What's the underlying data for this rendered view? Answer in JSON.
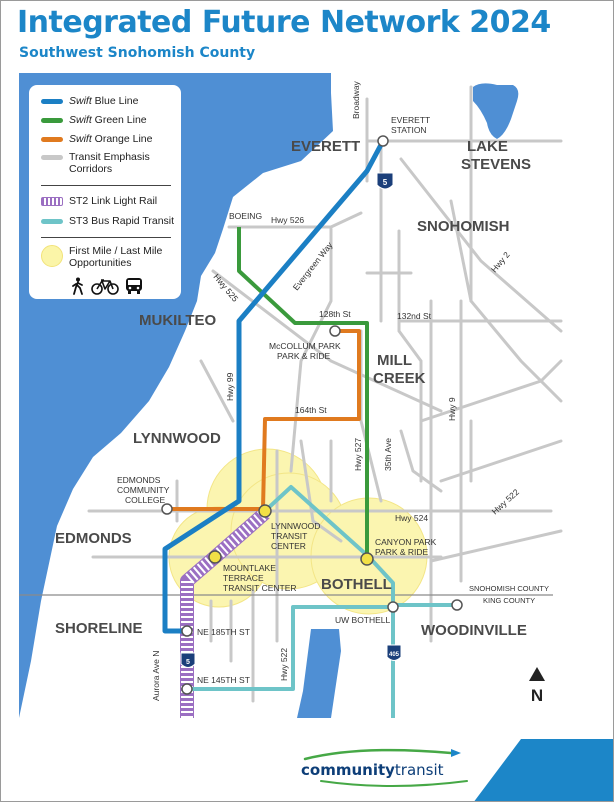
{
  "title": "Integrated Future Network 2024",
  "subtitle": "Southwest Snohomish County",
  "legend": {
    "blue_prefix": "Swift",
    "blue_suffix": " Blue Line",
    "green_prefix": "Swift",
    "green_suffix": " Green Line",
    "orange_prefix": "Swift",
    "orange_suffix": " Orange Line",
    "corridors_1": "Transit Emphasis",
    "corridors_2": "Corridors",
    "st2": "ST2 Link Light Rail",
    "st3": "ST3 Bus Rapid Transit",
    "firstmile_1": "First Mile / Last Mile",
    "firstmile_2": "Opportunities",
    "mode_icons": [
      "walk-icon",
      "bike-icon",
      "bus-icon"
    ]
  },
  "colors": {
    "blue_line": "#1b7fc4",
    "green_line": "#3a9a3c",
    "orange_line": "#e07a1f",
    "corridor": "#c8c8c8",
    "st2": "#9b6fc2",
    "st3": "#6ec4c8",
    "water": "#4f8fd4",
    "firstmile": "#fbf5a8"
  },
  "places": {
    "everett": "EVERETT",
    "lake_stevens_1": "LAKE",
    "lake_stevens_2": "STEVENS",
    "snohomish": "SNOHOMISH",
    "mukilteo": "MUKILTEO",
    "mill_creek_1": "MILL",
    "mill_creek_2": "CREEK",
    "lynnwood": "LYNNWOOD",
    "edmonds": "EDMONDS",
    "bothell": "BOTHELL",
    "shoreline": "SHORELINE",
    "woodinville": "WOODINVILLE"
  },
  "stations": {
    "everett_1": "EVERETT",
    "everett_2": "STATION",
    "boeing": "BOEING",
    "mccollum_1": "McCOLLUM PARK",
    "mccollum_2": "PARK & RIDE",
    "edmonds_cc_1": "EDMONDS",
    "edmonds_cc_2": "COMMUNITY",
    "edmonds_cc_3": "COLLEGE",
    "lynnwood_tc_1": "LYNNWOOD",
    "lynnwood_tc_2": "TRANSIT",
    "lynnwood_tc_3": "CENTER",
    "mountlake_1": "MOUNTLAKE",
    "mountlake_2": "TERRACE",
    "mountlake_3": "TRANSIT CENTER",
    "canyon_1": "CANYON PARK",
    "canyon_2": "PARK & RIDE",
    "uw_bothell": "UW BOTHELL",
    "ne185": "NE 185TH ST",
    "ne145": "NE 145TH ST"
  },
  "roads": {
    "broadway": "Broadway",
    "hwy526": "Hwy 526",
    "evergreen": "Evergreen Way",
    "hwy525": "Hwy 525",
    "st128": "128th St",
    "st132": "132nd St",
    "hwy99": "Hwy 99",
    "st164": "164th St",
    "hwy527": "Hwy 527",
    "ave35": "35th Ave",
    "hwy9": "Hwy 9",
    "hwy2": "Hwy 2",
    "hwy522_east": "Hwy 522",
    "hwy524": "Hwy 524",
    "hwy522_south": "Hwy 522",
    "aurora": "Aurora Ave N",
    "i5_a": "5",
    "i5_b": "5",
    "i405": "405"
  },
  "county": {
    "north": "SNOHOMISH COUNTY",
    "south": "KING COUNTY"
  },
  "north_arrow": "N",
  "brand": {
    "part1": "community",
    "part2": "transit"
  }
}
